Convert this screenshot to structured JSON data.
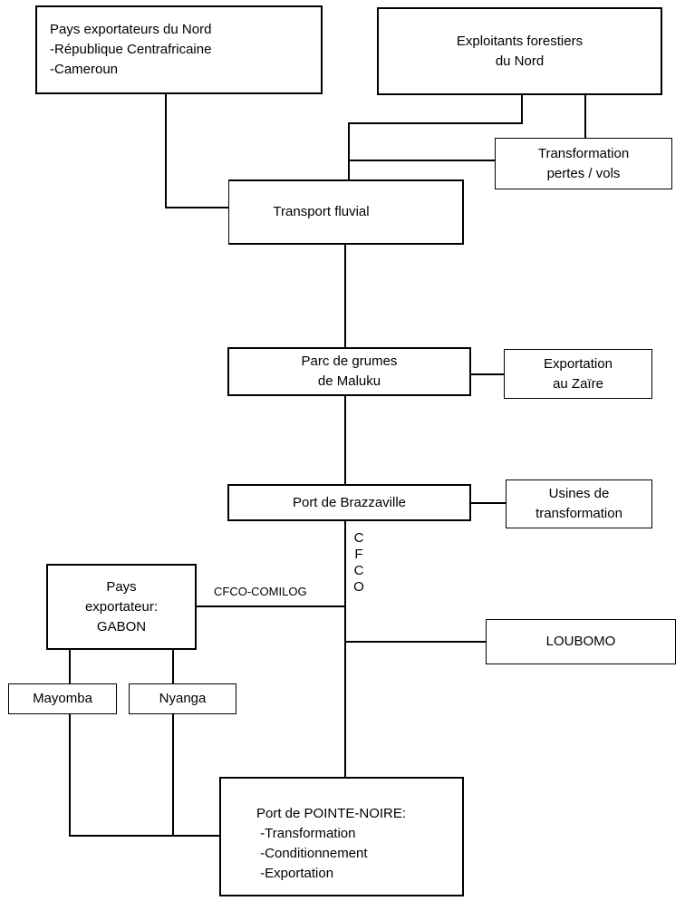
{
  "diagram": {
    "nodes": {
      "pays_nord": {
        "lines": [
          "Pays exportateurs du Nord",
          "-République Centrafricaine",
          "-Cameroun"
        ]
      },
      "exploitants": {
        "lines": [
          "Exploitants forestiers",
          "du Nord"
        ]
      },
      "transformation_pertes": {
        "lines": [
          "Transformation",
          "pertes / vols"
        ]
      },
      "transport_fluvial": {
        "lines": [
          "Transport fluvial"
        ]
      },
      "parc_grumes": {
        "lines": [
          "Parc de grumes",
          "de Maluku"
        ]
      },
      "export_zaire": {
        "lines": [
          "Exportation",
          "au Zaïre"
        ]
      },
      "port_brazzaville": {
        "lines": [
          "Port de Brazzaville"
        ]
      },
      "usines": {
        "lines": [
          "Usines de",
          "transformation"
        ]
      },
      "gabon": {
        "lines": [
          "Pays",
          "exportateur:",
          "GABON"
        ]
      },
      "loubomo": {
        "lines": [
          "LOUBOMO"
        ]
      },
      "mayomba": {
        "lines": [
          "Mayomba"
        ]
      },
      "nyanga": {
        "lines": [
          "Nyanga"
        ]
      },
      "pointe_noire": {
        "lines": [
          "Port de POINTE-NOIRE:",
          " -Transformation",
          " -Conditionnement",
          " -Exportation"
        ]
      }
    },
    "edge_labels": {
      "cfco_vertical": [
        "C",
        "F",
        "C",
        "O"
      ],
      "cfco_comilog": "CFCO-COMILOG"
    }
  }
}
